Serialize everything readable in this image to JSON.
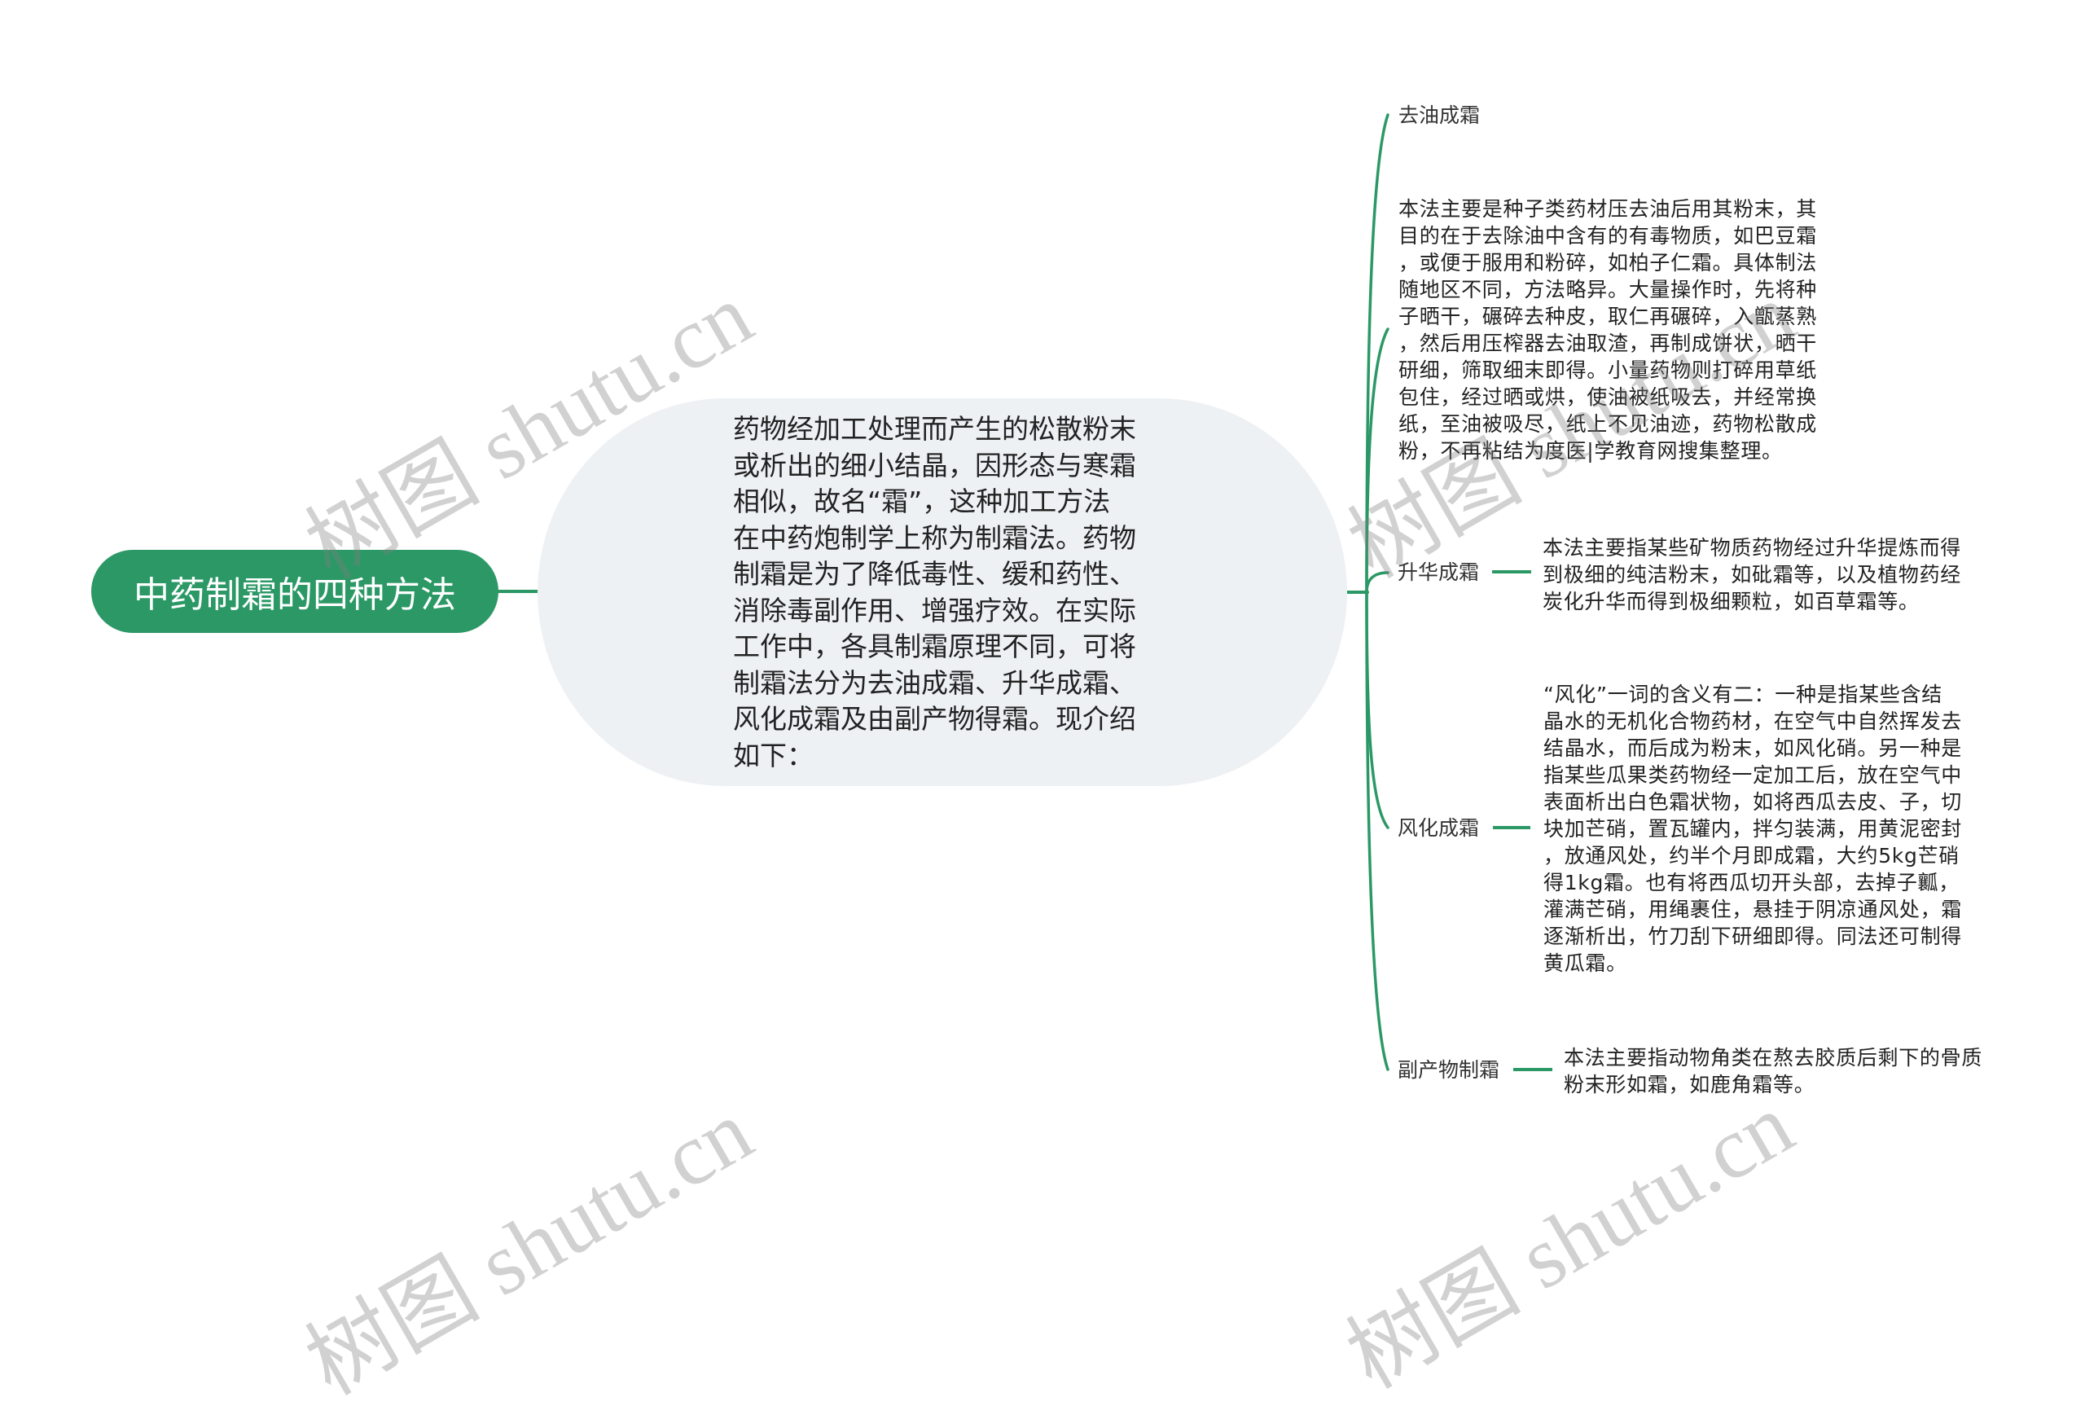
{
  "theme": {
    "accent": "#2b9866",
    "central_fill": "#eef1f4",
    "text": "#222222",
    "background": "#ffffff",
    "watermark": "#d3d3d3"
  },
  "mindmap": {
    "root": {
      "title": "中药制霜的四种方法"
    },
    "central": {
      "text": "药物经加工处理而产生的松散粉末\n或析出的细小结晶，因形态与寒霜\n相似，故名“霜”，这种加工方法\n在中药炮制学上称为制霜法。药物\n制霜是为了降低毒性、缓和药性、\n消除毒副作用、增强疗效。在实际\n工作中，各具制霜原理不同，可将\n制霜法分为去油成霜、升华成霜、\n风化成霜及由副产物得霜。现介绍\n如下："
    },
    "branches": [
      {
        "label": "去油成霜"
      },
      {
        "text": "本法主要是种子类药材压去油后用其粉末，其\n目的在于去除油中含有的有毒物质，如巴豆霜\n，或便于服用和粉碎，如柏子仁霜。具体制法\n随地区不同，方法略异。大量操作时，先将种\n子晒干，碾碎去种皮，取仁再碾碎，入甑蒸熟\n，然后用压榨器去油取渣，再制成饼状，晒干\n研细，筛取细末即得。小量药物则打碎用草纸\n包住，经过晒或烘，使油被纸吸去，并经常换\n纸，至油被吸尽，纸上不见油迹，药物松散成\n粉，不再粘结为度医|学教育网搜集整理。"
      },
      {
        "label": "升华成霜",
        "detail": "本法主要指某些矿物质药物经过升华提炼而得\n到极细的纯洁粉末，如砒霜等，以及植物药经\n炭化升华而得到极细颗粒，如百草霜等。"
      },
      {
        "label": "风化成霜",
        "detail": "“风化”一词的含义有二：一种是指某些含结\n晶水的无机化合物药材，在空气中自然挥发去\n结晶水，而后成为粉末，如风化硝。另一种是\n指某些瓜果类药物经一定加工后，放在空气中\n表面析出白色霜状物，如将西瓜去皮、子，切\n块加芒硝，置瓦罐内，拌匀装满，用黄泥密封\n，放通风处，约半个月即成霜，大约5kg芒硝\n得1kg霜。也有将西瓜切开头部，去掉子瓤，\n灌满芒硝，用绳裹住，悬挂于阴凉通风处，霜\n逐渐析出，竹刀刮下研细即得。同法还可制得\n黄瓜霜。"
      },
      {
        "label": "副产物制霜",
        "detail": "本法主要指动物角类在熬去胶质后剩下的骨质\n粉末形如霜，如鹿角霜等。"
      }
    ]
  },
  "watermark": {
    "text": "树图 shutu.cn"
  }
}
